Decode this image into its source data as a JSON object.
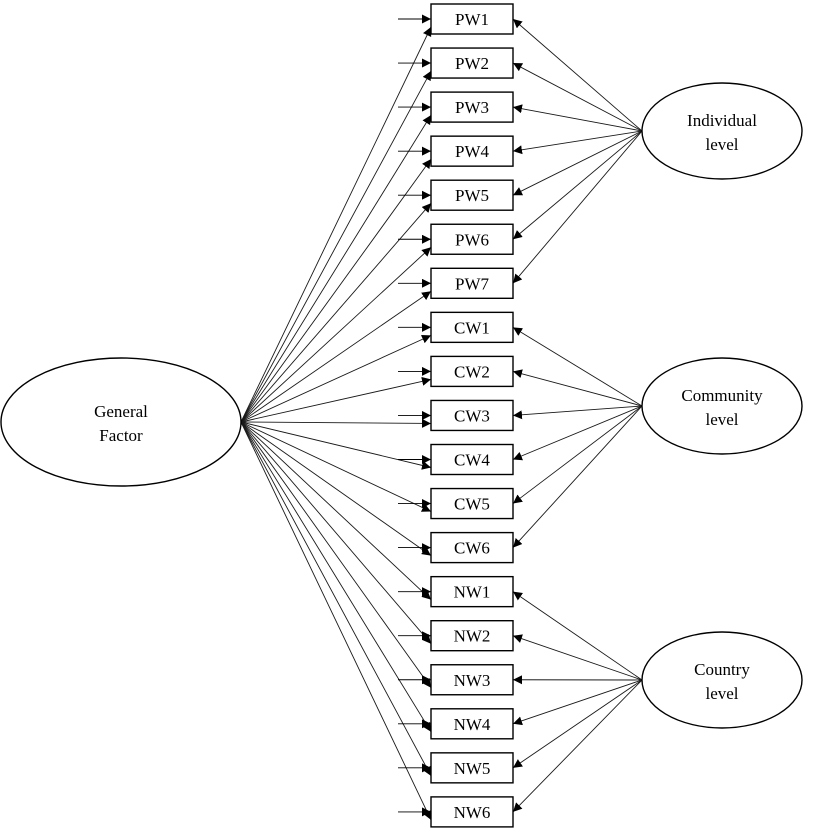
{
  "diagram": {
    "general_factor": {
      "line1": "General",
      "line2": "Factor"
    },
    "groups": [
      {
        "key": "individual",
        "label_line1": "Individual",
        "label_line2": "level",
        "items": [
          "PW1",
          "PW2",
          "PW3",
          "PW4",
          "PW5",
          "PW6",
          "PW7"
        ]
      },
      {
        "key": "community",
        "label_line1": "Community",
        "label_line2": "level",
        "items": [
          "CW1",
          "CW2",
          "CW3",
          "CW4",
          "CW5",
          "CW6"
        ]
      },
      {
        "key": "country",
        "label_line1": "Country",
        "label_line2": "level",
        "items": [
          "NW1",
          "NW2",
          "NW3",
          "NW4",
          "NW5",
          "NW6"
        ]
      }
    ],
    "colors": {
      "stroke": "#000000",
      "background": "#ffffff"
    }
  }
}
